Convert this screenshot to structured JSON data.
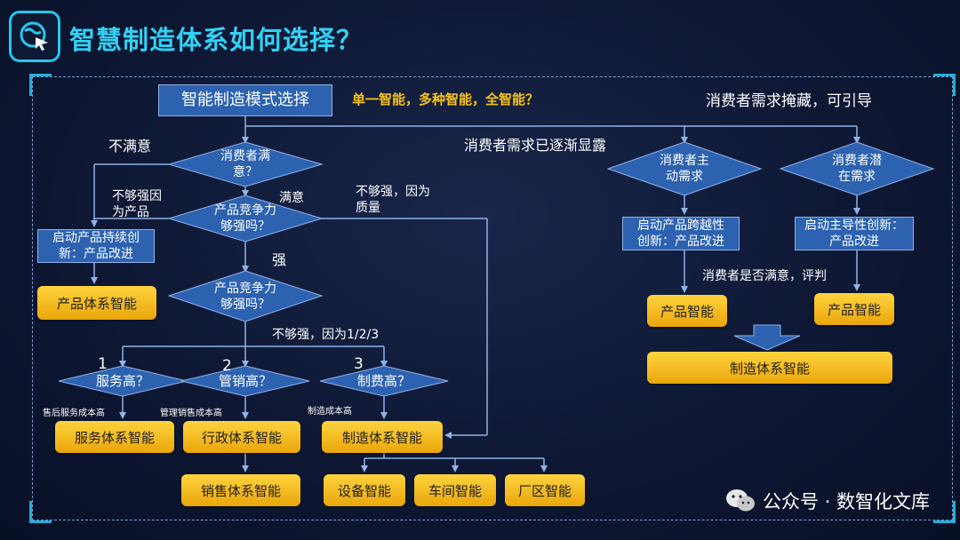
{
  "title": "智慧制造体系如何选择？",
  "colors": {
    "accent": "#31d1f4",
    "blue_box": "#2d62b0",
    "diamond": "#2d62b0",
    "gold": "#f2b918",
    "connector": "#8fb2e8"
  },
  "top": {
    "mode_box": "智能制造模式选择",
    "question": "单一智能，多种智能，全智能？"
  },
  "left_flow": {
    "d1": "消费者满\n意？",
    "not_satisfied": "不满意",
    "not_strong_product": "不够强因\n为产品",
    "satisfied": "满意",
    "d2": "产品竞争力\n够强吗？",
    "not_strong_quality": "不够强，因为\n质量",
    "improve_box": "启动产品持续创\n新：产品改进",
    "product_sys": "产品体系智能",
    "strong": "强",
    "d3": "产品竞争力\n够强吗？",
    "not_strong_123": "不够强，因为1/2/3",
    "nums": [
      "1",
      "2",
      "3"
    ],
    "d_service": "服务高？",
    "d_marketing": "管销高？",
    "d_manufacturing": "制费高？",
    "cost_service": "售后服务成本高",
    "cost_mgmt": "管理销售成本高",
    "cost_mfg": "制造成本高",
    "service_sys": "服务体系智能",
    "admin_sys": "行政体系智能",
    "mfg_sys": "制造体系智能",
    "sales_sys": "销售体系智能",
    "equip": "设备智能",
    "workshop": "车间智能",
    "factory": "厂区智能"
  },
  "right_flow": {
    "hidden_needs": "消费者需求掩藏，可引导",
    "revealed_needs": "消费者需求已逐渐显露",
    "d_active": "消费者主\n动需求",
    "d_latent": "消费者潜\n在需求",
    "box_cross": "启动产品跨越性\n创新：产品改进",
    "box_lead": "启动主导性创新：\n产品改进",
    "judge": "消费者是否满意，评判",
    "product_a": "产品智能",
    "product_b": "产品智能",
    "mfg_sys": "制造体系智能"
  },
  "footer": {
    "text": "公众号 · 数智化文库",
    "icon": "wechat-icon"
  }
}
